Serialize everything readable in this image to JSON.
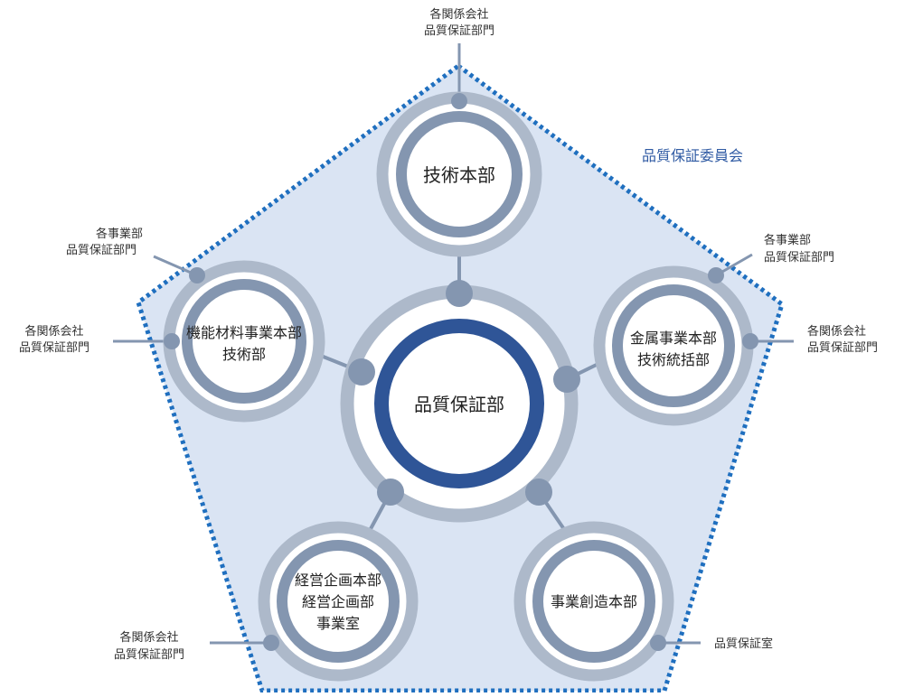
{
  "committee_label": "品質保証委員会",
  "center": {
    "label": "品質保証部"
  },
  "nodes": {
    "top": {
      "line1": "技術本部"
    },
    "left": {
      "line1": "機能材料事業本部",
      "line2": "技術部"
    },
    "right": {
      "line1": "金属事業本部",
      "line2": "技術統括部"
    },
    "bottom_left": {
      "line1": "経営企画本部",
      "line2": "経営企画部",
      "line3": "事業室"
    },
    "bottom_right": {
      "line1": "事業創造本部"
    }
  },
  "external": {
    "top": {
      "line1": "各関係会社",
      "line2": "品質保証部門"
    },
    "left_upper": {
      "line1": "各事業部",
      "line2": "品質保証部門"
    },
    "left_lower": {
      "line1": "各関係会社",
      "line2": "品質保証部門"
    },
    "right_upper": {
      "line1": "各事業部",
      "line2": "品質保証部門"
    },
    "right_lower": {
      "line1": "各関係会社",
      "line2": "品質保証部門"
    },
    "bottom_left": {
      "line1": "各関係会社",
      "line2": "品質保証部門"
    },
    "bottom_right": {
      "line1": "品質保証室"
    }
  },
  "colors": {
    "pentagon_fill": "#dae4f3",
    "pentagon_border": "#1f6fbf",
    "outer_ring": "#adb9ca",
    "inner_ring": "#8496b0",
    "center_ring": "#2f5597",
    "connector": "#8496b0",
    "committee_text": "#2f5aa3"
  }
}
